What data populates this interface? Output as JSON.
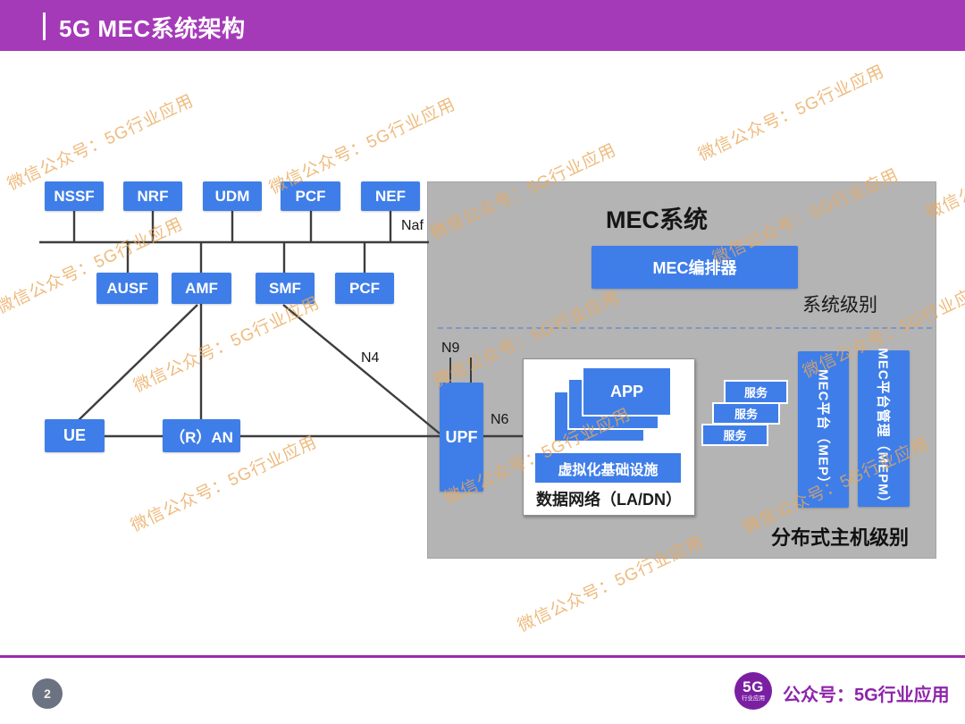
{
  "header": {
    "title": "5G MEC系统架构"
  },
  "watermark": {
    "text": "微信公众号：5G行业应用"
  },
  "core_network": {
    "row1": [
      "NSSF",
      "NRF",
      "UDM",
      "PCF",
      "NEF"
    ],
    "row2": [
      "AUSF",
      "AMF",
      "SMF",
      "PCF"
    ],
    "bus_label": "Naf",
    "ue": "UE",
    "ran": "（R）AN",
    "upf": "UPF",
    "n4": "N4",
    "n6": "N6",
    "n9": "N9"
  },
  "mec_panel": {
    "title": "MEC系统",
    "orchestrator": "MEC编排器",
    "system_level": "系统级别",
    "host_level": "分布式主机级别",
    "app": "APP",
    "virtualization": "虚拟化基础设施",
    "data_network": "数据网络（LA/DN）",
    "services": [
      "服务",
      "服务",
      "服务"
    ],
    "mep": "MEC平台（MEP）",
    "mepm": "MEC平台管理（MEPM）"
  },
  "footer": {
    "page_number": "2",
    "logo_top": "5G",
    "logo_bottom": "行业应用",
    "account": "公众号：5G行业应用"
  },
  "colors": {
    "accent_purple": "#a53ab8",
    "box_blue": "#3f7ee8",
    "panel_gray": "#b4b4b4",
    "watermark_orange": "#e9a85a",
    "footer_purple": "#9c2bac",
    "page_circle_gray": "#6b7382",
    "logo_purple": "#7a1fa2"
  }
}
